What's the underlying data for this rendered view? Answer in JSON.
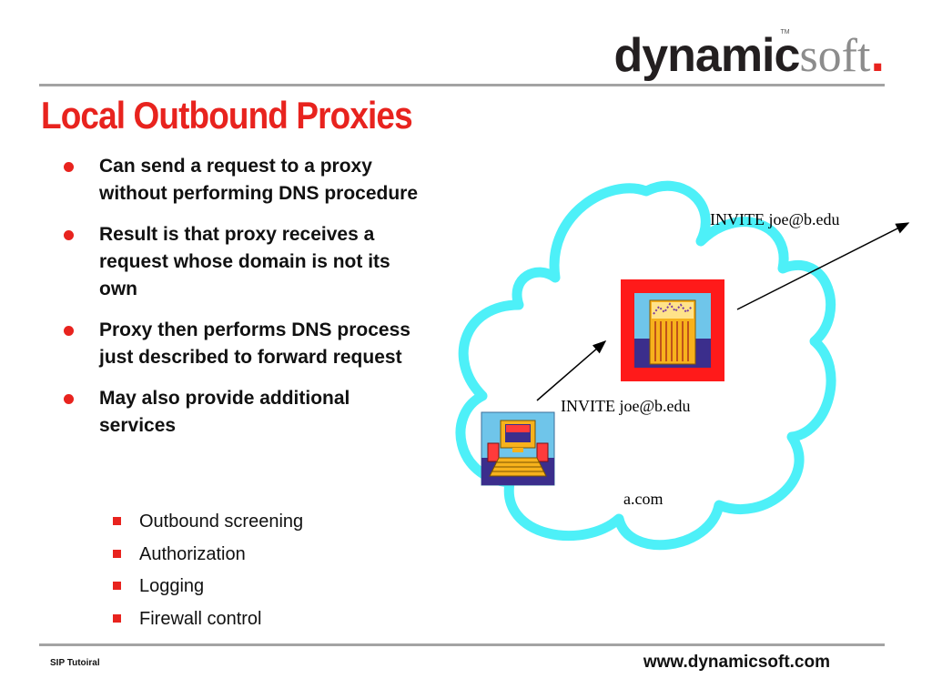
{
  "brand": {
    "part1": "dynamic",
    "part2": "soft",
    "dot": ".",
    "tm": "TM",
    "accent_color": "#e8231e",
    "cloud_color": "#4df0f8"
  },
  "slide": {
    "title": "Local Outbound Proxies",
    "bullets": [
      "Can send a request to a proxy without performing DNS procedure",
      "Result is that proxy receives a request whose domain is not its own",
      "Proxy then performs DNS process just described to forward request",
      "May also provide additional services"
    ],
    "sub_bullets": [
      "Outbound screening",
      "Authorization",
      "Logging",
      "Firewall control"
    ]
  },
  "diagram": {
    "label_outbound": "INVITE joe@b.edu",
    "label_inbound": "INVITE joe@b.edu",
    "domain_label": "a.com",
    "icons": [
      "proxy-server-icon",
      "client-computer-icon"
    ]
  },
  "footer": {
    "left": "SIP Tutoiral",
    "right": "www.dynamicsoft.com"
  }
}
